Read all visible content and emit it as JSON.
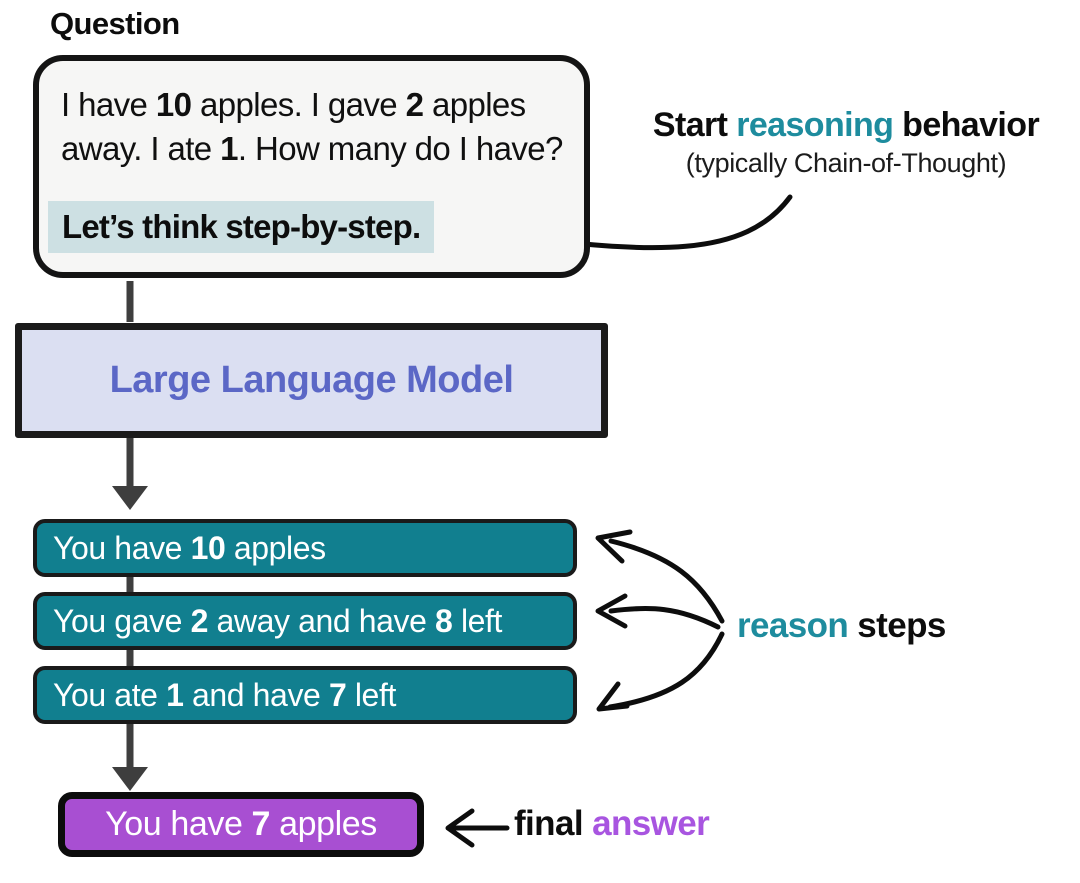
{
  "colors": {
    "step_box_bg": "#117f8f",
    "answer_box_bg": "#a84fd2",
    "llm_box_bg": "#dbdff2",
    "llm_text": "#5b67c6",
    "trigger_highlight_bg": "#cde0e3",
    "teal_accent_text": "#1e8c9e",
    "purple_accent_text": "#a855e0",
    "question_box_bg": "#f6f6f5",
    "connector_gray": "#3e3e3e"
  },
  "question": {
    "label": "Question",
    "line1": [
      "I have ",
      "10",
      " apples. I gave ",
      "2",
      " apples"
    ],
    "line2": [
      "away. I ate ",
      "1",
      ". How many do I have?"
    ],
    "trigger": "Let’s think step-by-step."
  },
  "start_annotation": {
    "pre": "Start ",
    "highlight": "reasoning",
    "post": " behavior",
    "subtitle": "(typically Chain-of-Thought)"
  },
  "llm": {
    "label": "Large Language Model"
  },
  "steps": [
    {
      "segments": [
        "You have ",
        "10",
        " apples"
      ]
    },
    {
      "segments": [
        "You gave ",
        "2",
        " away and have ",
        "8",
        " left"
      ]
    },
    {
      "segments": [
        "You ate ",
        "1",
        " and have ",
        "7",
        " left"
      ]
    }
  ],
  "reason_annotation": {
    "highlight": "reason",
    "rest": " steps"
  },
  "answer": {
    "segments": [
      "You have ",
      "7",
      " apples"
    ]
  },
  "final_annotation": {
    "black": "final ",
    "purple": "answer"
  }
}
